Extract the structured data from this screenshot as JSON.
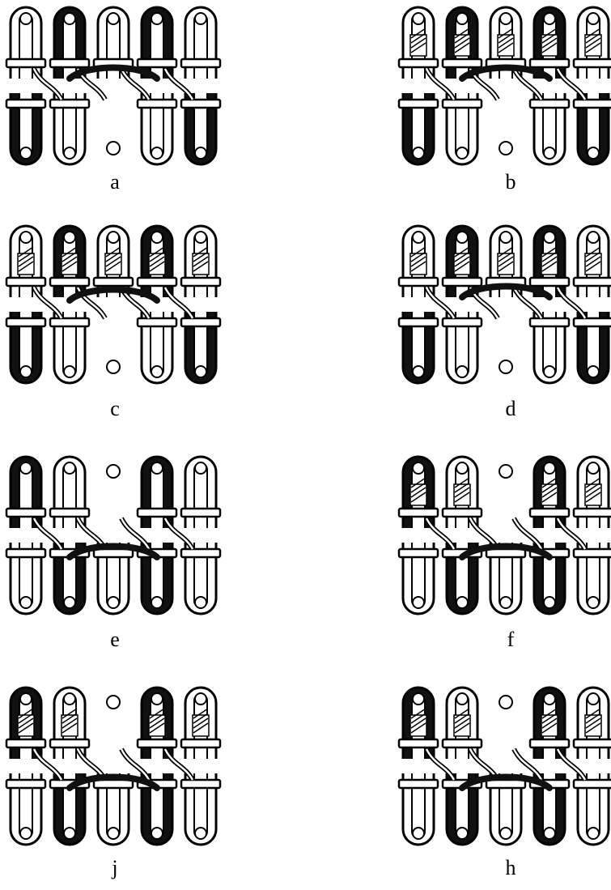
{
  "panels": [
    {
      "id": "a",
      "label": "a",
      "top_dark": [
        1,
        3
      ],
      "bottom_dark": [
        0,
        4
      ],
      "top_missing": [],
      "bottom_missing": [
        2
      ],
      "hatched": false,
      "bridge": "top"
    },
    {
      "id": "b",
      "label": "b",
      "top_dark": [
        1,
        3
      ],
      "bottom_dark": [
        0,
        4
      ],
      "top_missing": [],
      "bottom_missing": [
        2
      ],
      "hatched": true,
      "bridge": "top"
    },
    {
      "id": "c",
      "label": "c",
      "top_dark": [
        1,
        3
      ],
      "bottom_dark": [
        0,
        4
      ],
      "top_missing": [],
      "bottom_missing": [
        2
      ],
      "hatched": true,
      "bridge": "mid"
    },
    {
      "id": "d",
      "label": "d",
      "top_dark": [
        1,
        3
      ],
      "bottom_dark": [
        0,
        4
      ],
      "top_missing": [],
      "bottom_missing": [
        2
      ],
      "hatched": true,
      "bridge": "top"
    },
    {
      "id": "e",
      "label": "e",
      "top_dark": [
        0,
        3
      ],
      "bottom_dark": [
        1,
        3
      ],
      "top_missing": [
        2
      ],
      "bottom_missing": [],
      "hatched": false,
      "bridge": "bottom"
    },
    {
      "id": "f",
      "label": "f",
      "top_dark": [
        0,
        3
      ],
      "bottom_dark": [
        1,
        3
      ],
      "top_missing": [
        2
      ],
      "bottom_missing": [],
      "hatched": true,
      "bridge": "bottom"
    },
    {
      "id": "j",
      "label": "j",
      "top_dark": [
        0,
        3
      ],
      "bottom_dark": [
        1,
        3
      ],
      "top_missing": [
        2
      ],
      "bottom_missing": [],
      "hatched": true,
      "bridge": "bottom"
    },
    {
      "id": "h",
      "label": "h",
      "top_dark": [
        0,
        3
      ],
      "bottom_dark": [
        1,
        3
      ],
      "top_missing": [
        2
      ],
      "bottom_missing": [],
      "hatched": true,
      "bridge": "bottom"
    }
  ]
}
